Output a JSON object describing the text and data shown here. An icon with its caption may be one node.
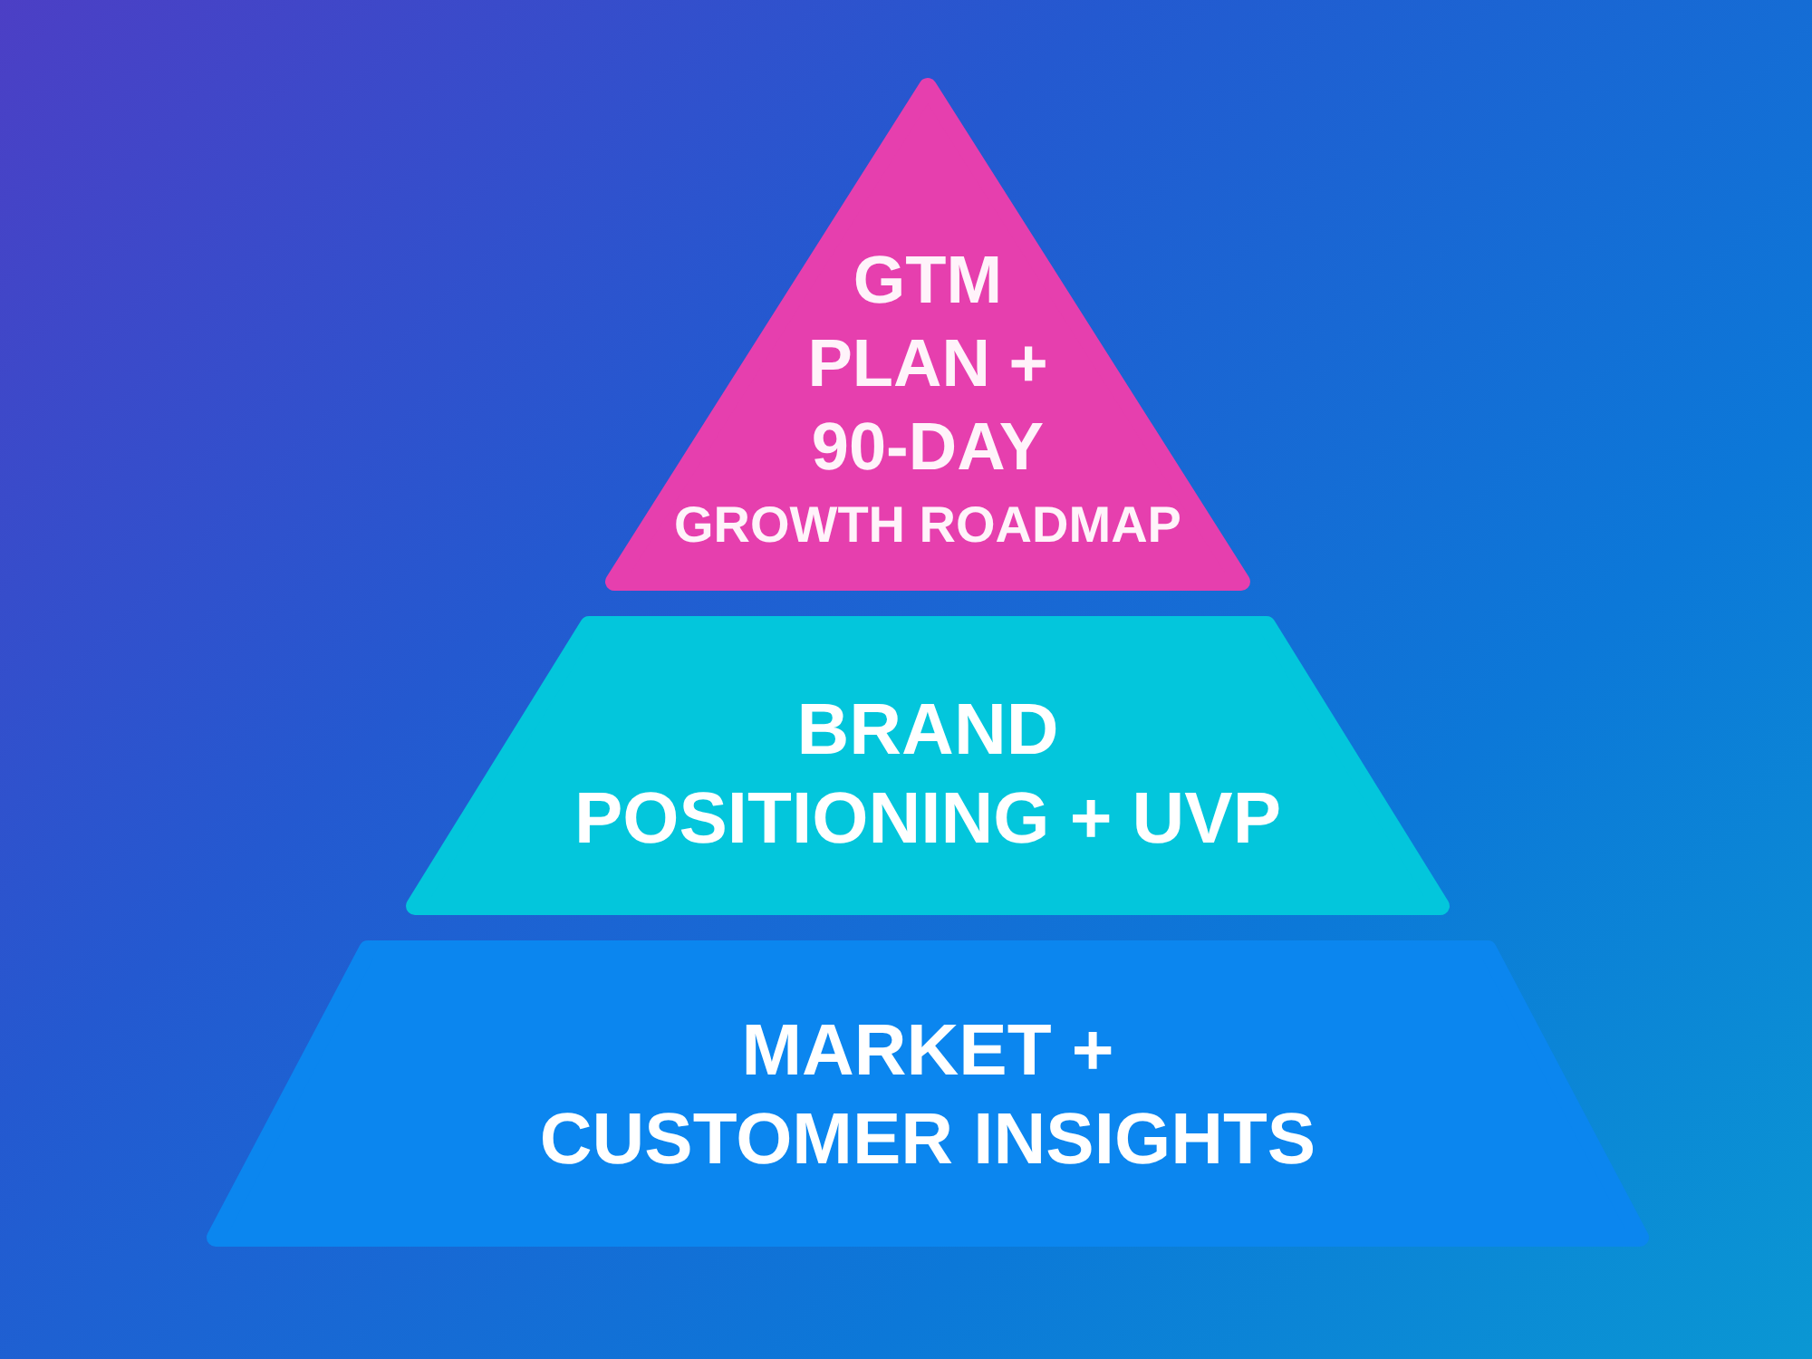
{
  "diagram": {
    "nodes": [
      {
        "text": [
          "GTM PLAN + 90-DAY",
          "GROWTH ROADMAP"
        ]
      },
      {
        "text": [
          "BRAND POSITIONING + UVP"
        ]
      },
      {
        "text": [
          "MARKET + CUSTOMER INSIGHTS"
        ]
      }
    ]
  }
}
